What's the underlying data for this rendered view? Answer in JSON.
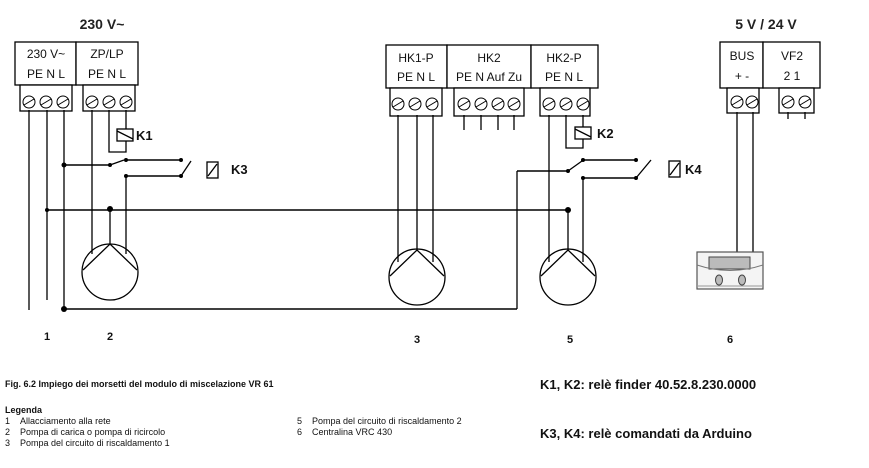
{
  "diagram": {
    "supply_label": "230 V~",
    "low_voltage_label": "5 V / 24 V",
    "blocks": [
      {
        "title": "230 V~",
        "terminals": "PE  N  L"
      },
      {
        "title": "ZP/LP",
        "terminals": "PE  N  L"
      },
      {
        "title": "HK1-P",
        "terminals": "PE  N  L"
      },
      {
        "title": "HK2",
        "terminals": "PE N Auf Zu"
      },
      {
        "title": "HK2-P",
        "terminals": "PE  N  L"
      },
      {
        "title": "BUS",
        "terminals": "+  -"
      },
      {
        "title": "VF2",
        "terminals": "2  1"
      }
    ],
    "relays": {
      "k1": "K1",
      "k2": "K2",
      "k3": "K3",
      "k4": "K4"
    },
    "numbers": [
      "1",
      "2",
      "3",
      "5",
      "6"
    ]
  },
  "caption": "Fig. 6.2 Impiego dei morsetti del modulo di miscelazione VR 61",
  "legend": {
    "title": "Legenda",
    "items": [
      {
        "n": "1",
        "text": "Allacciamento alla rete"
      },
      {
        "n": "2",
        "text": "Pompa di carica o pompa di ricircolo"
      },
      {
        "n": "3",
        "text": "Pompa del circuito di riscaldamento 1"
      },
      {
        "n": "5",
        "text": "Pompa del circuito di riscaldamento 2"
      },
      {
        "n": "6",
        "text": "Centralina VRC 430"
      }
    ]
  },
  "notes": {
    "relay_finder": "K1, K2: relè finder   40.52.8.230.0000",
    "relay_arduino": "K3, K4: relè comandati  da Arduino"
  }
}
